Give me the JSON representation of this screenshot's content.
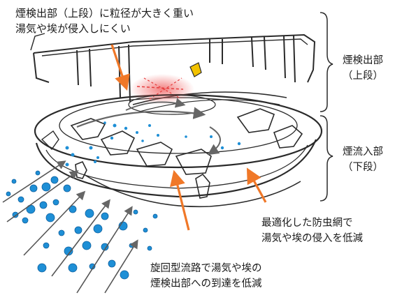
{
  "annotations": {
    "top_note": [
      "煙検出部（上段）に粒径が大きく重い",
      "湯気や埃が侵入しにくい"
    ],
    "upper_section": [
      "煙検出部",
      "（上段）"
    ],
    "lower_section": [
      "煙流入部",
      "（下段）"
    ],
    "insect_screen_note": [
      "最適化した防虫網で",
      "湯気や埃の侵入を低減"
    ],
    "swirl_path_note": [
      "旋回型流路で湯気や埃の",
      "煙検出部への到達を低減"
    ]
  },
  "colors": {
    "callout_orange": "#f07828",
    "particle_blue": "#1e8fd6",
    "heat_red": "#f06a6a",
    "outline": "#2a2a2a",
    "flow_arrow_gray": "#666666",
    "lens_yellow": "#f2c200"
  }
}
